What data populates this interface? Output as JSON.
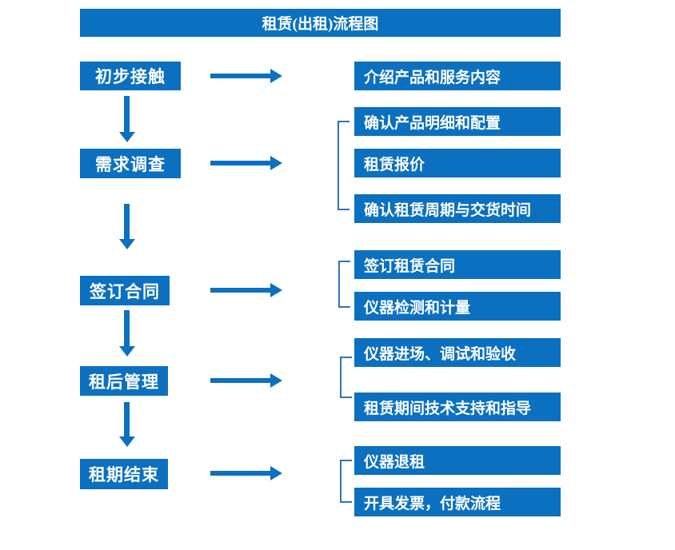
{
  "title": "租赁(出租)流程图",
  "colors": {
    "primary_blue": "#0B70C0",
    "bracket_blue": "#2E75B6",
    "text_white": "#FFFFFF",
    "background": "#FFFFFF"
  },
  "flow": {
    "steps": [
      {
        "label": "初步接触",
        "details": [
          "介绍产品和服务内容"
        ]
      },
      {
        "label": "需求调查",
        "details": [
          "确认产品明细和配置",
          "租赁报价",
          "确认租赁周期与交货时间"
        ]
      },
      {
        "label": "签订合同",
        "details": [
          "签订租赁合同",
          "仪器检测和计量"
        ]
      },
      {
        "label": "租后管理",
        "details": [
          "仪器进场、调试和验收",
          "租赁期间技术支持和指导"
        ]
      },
      {
        "label": "租期结束",
        "details": [
          "仪器退租",
          "开具发票，付款流程"
        ]
      }
    ]
  }
}
